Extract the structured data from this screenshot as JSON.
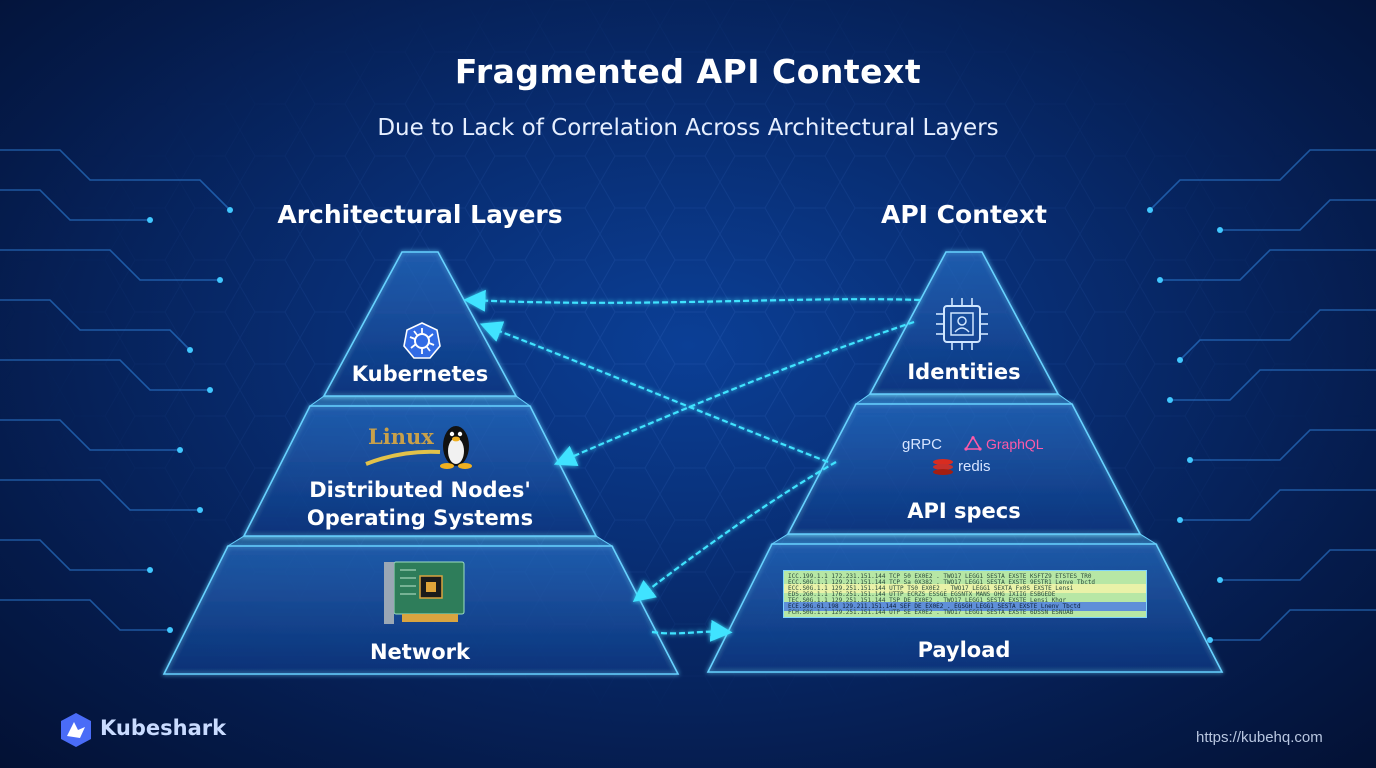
{
  "title": "Fragmented API Context",
  "subtitle": "Due to Lack of Correlation Across Architectural Layers",
  "left_pyramid": {
    "heading": "Architectural Layers",
    "layers": [
      {
        "label": "Kubernetes",
        "icon": "kubernetes-icon"
      },
      {
        "label_line1": "Distributed Nodes'",
        "label_line2": "Operating Systems",
        "icon": "linux-tux-icon",
        "icon_text": "Linux"
      },
      {
        "label": "Network",
        "icon": "network-card-icon"
      }
    ]
  },
  "right_pyramid": {
    "heading": "API Context",
    "layers": [
      {
        "label": "Identities",
        "icon": "identity-chip-icon"
      },
      {
        "label": "API specs",
        "icons": [
          "gRPC",
          "GraphQL",
          "redis"
        ]
      },
      {
        "label": "Payload",
        "icon": "packet-capture-icon"
      }
    ]
  },
  "payload_rows": [
    "ICC.199.1.1  172.231.151.144  TCP   50 EX0E2 . TWO17 LEGG1 SESTA EXSTE KSFTZ9 ETSTES TR0",
    "ECC.S0G.1.1  129.211.151.144  TCP   Sa 0X382 . TWO17 LEGG1 SESTA EXSTE 9ESTR1 Lenve Tbctd",
    "ECC.S0G.1.1  129.251.151.144  UTTP   TS0 EX0E2 . TWO17 LEGG1 SEXTA Fx0S EXSTE Lensi",
    "EDS.2G0.1.1  176.251.151.144  UTTP   ECRZS  ESSGE EGSNTX MANS OHG  IXIIG ESBGEDE",
    "TEC.S0G.1.1  129.251.151.144  TSP   DE EX0E2 . TWO17 LEGG1 SESTA EXSTE Lensi Khgr",
    "ECE.S0G.61.198  129.211.151.144  SEF   DE EX0E2 . EGSGH LEGG1 SESTA EXSTE Lnenv Tbctd",
    "FCH.S0G.1.1  129.251.151.144  UTP   SE EX0E2 . TWO17 LEGG1 SESTA EXSTE 6DSSN ESNUAB"
  ],
  "brand": {
    "name": "Kubeshark",
    "url": "https://kubehq.com"
  },
  "colors": {
    "accent": "#3fe3ff",
    "background": "#082d72",
    "brand": "#4a6cf7"
  }
}
